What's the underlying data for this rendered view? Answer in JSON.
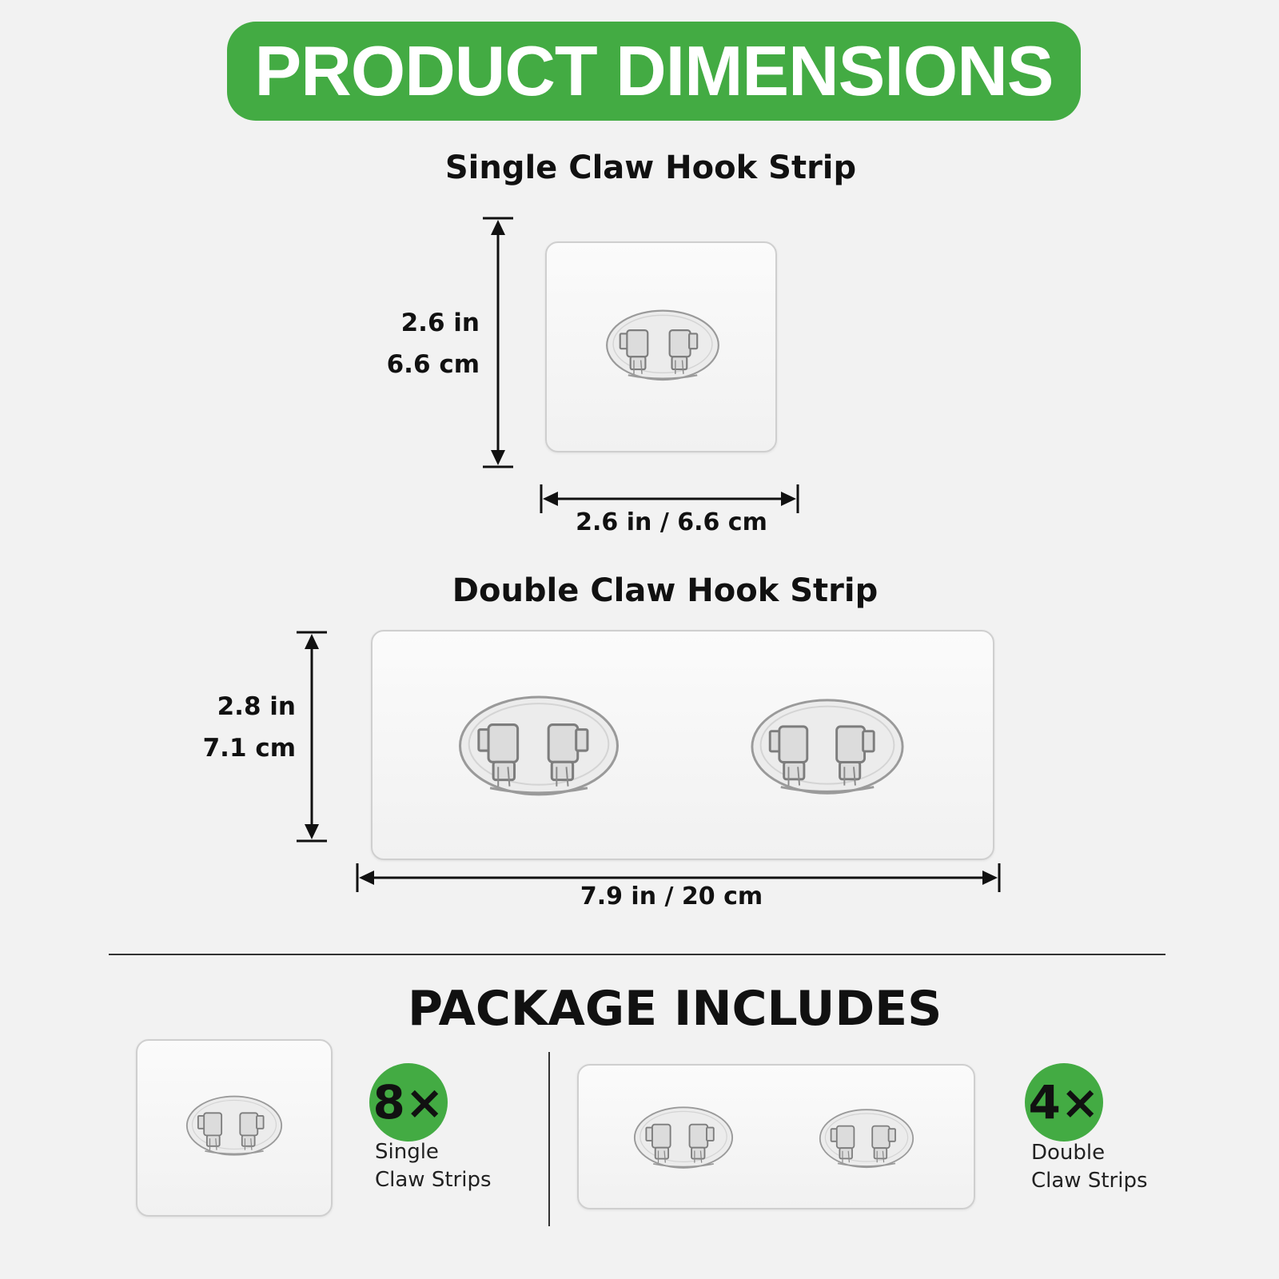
{
  "header": {
    "title": "PRODUCT DIMENSIONS",
    "accent_color": "#43ab43"
  },
  "single": {
    "title": "Single Claw Hook Strip",
    "height_in": "2.6 in",
    "height_cm": "6.6 cm",
    "width": "2.6 in / 6.6 cm"
  },
  "double": {
    "title": "Double Claw Hook Strip",
    "height_in": "2.8 in",
    "height_cm": "7.1 cm",
    "width": "7.9 in / 20 cm"
  },
  "package": {
    "title": "PACKAGE INCLUDES",
    "items": [
      {
        "count": "8×",
        "label": "Single Claw Strips"
      },
      {
        "count": "4×",
        "label": "Double Claw Strips"
      }
    ]
  },
  "icons": [
    "claw-hook-icon",
    "arrow-vertical-icon",
    "arrow-horizontal-icon"
  ]
}
